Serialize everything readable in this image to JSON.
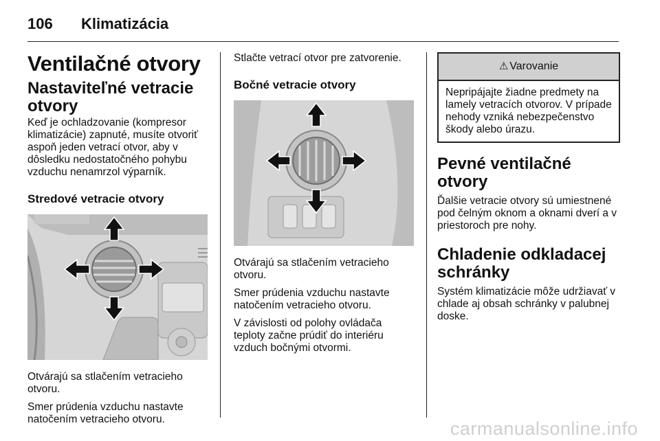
{
  "header": {
    "page_number": "106",
    "chapter": "Klimatizácia"
  },
  "col1": {
    "h1": "Ventilačné otvory",
    "h2": "Nastaviteľné vetracie otvory",
    "intro": "Keď je ochladzovanie (kompresor klimatizácie) zapnuté, musíte otvoriť aspoň jeden vetrací otvor, aby v dôsledku nedostatočného pohybu vzduchu nenamrzol výparník.",
    "h3": "Stredové vetracie otvory",
    "p1": "Otvárajú sa stlačením vetracieho otvoru.",
    "p2": "Smer prúdenia vzduchu nastavte natočením vetracieho otvoru."
  },
  "col2": {
    "p0": "Stlačte vetrací otvor pre zatvorenie.",
    "h3": "Bočné vetracie otvory",
    "p1": "Otvárajú sa stlačením vetracieho otvoru.",
    "p2": "Smer prúdenia vzduchu nastavte natočením vetracieho otvoru.",
    "p3": "V závislosti od polohy ovládača teploty začne prúdiť do interiéru vzduch bočnými otvormi."
  },
  "col3": {
    "warning": {
      "icon": "warning-triangle-icon",
      "symbol": "⚠",
      "title": "Varovanie",
      "text": "Nepripájajte žiadne predmety na lamely vetracích otvorov. V prípade nehody vzniká nebezpečenstvo škody alebo úrazu."
    },
    "h2a": "Pevné ventilačné otvory",
    "p1": "Ďalšie vetracie otvory sú umiestnené pod čelným oknom a oknami dverí a v priestoroch pre nohy.",
    "h2b": "Chladenie odkladacej schránky",
    "p2": "Systém klimatizácie môže udržiavať v chlade aj obsah schránky v palubnej doske."
  },
  "footer": {
    "watermark": "carmanualsonline.info"
  }
}
